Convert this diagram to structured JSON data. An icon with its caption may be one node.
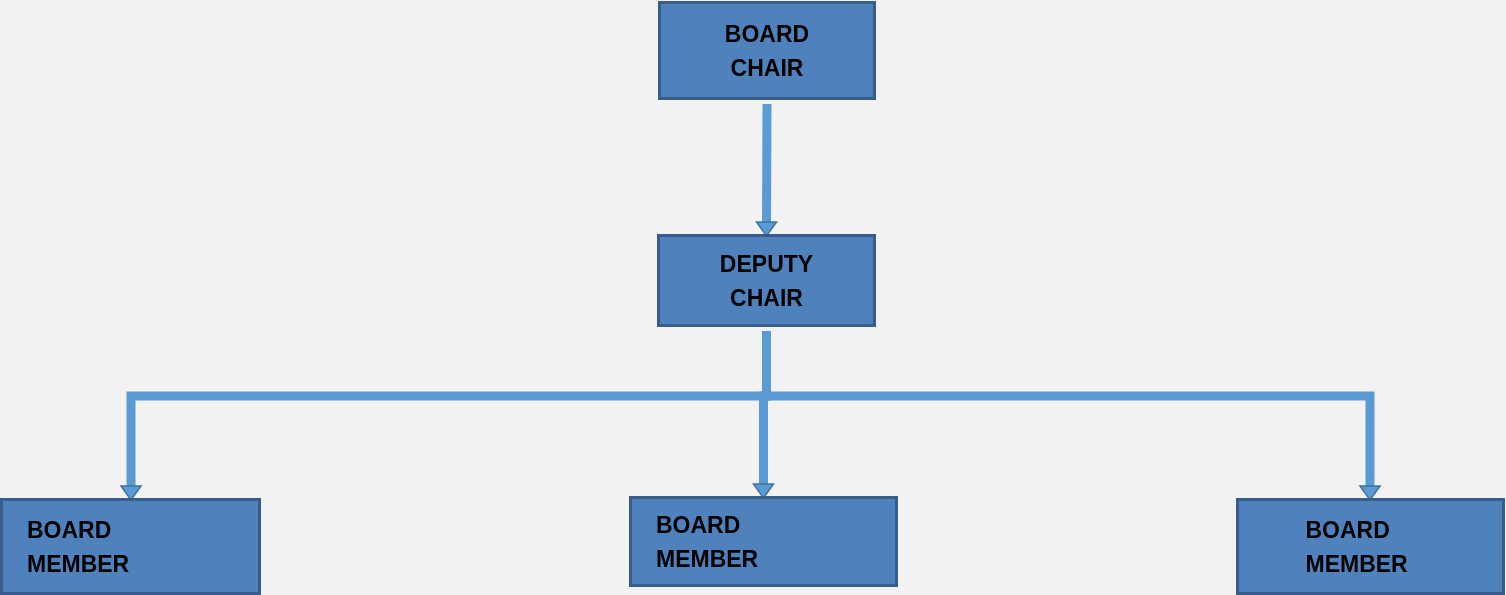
{
  "diagram": {
    "nodes": [
      {
        "text": [
          "BOARD CHAIR"
        ]
      },
      {
        "text": [
          "DEPUTY CHAIR"
        ]
      },
      {
        "text": [
          "BOARD MEMBER"
        ]
      },
      {
        "text": [
          "BOARD MEMBER"
        ]
      },
      {
        "text": [
          "BOARD MEMBER"
        ]
      }
    ],
    "edges": [
      {
        "from": 0,
        "to": 1,
        "arrow": "to"
      },
      {
        "from": 1,
        "to": 2,
        "arrow": "to"
      },
      {
        "from": 1,
        "to": 3,
        "arrow": "to"
      },
      {
        "from": 1,
        "to": 4,
        "arrow": "to"
      }
    ]
  }
}
